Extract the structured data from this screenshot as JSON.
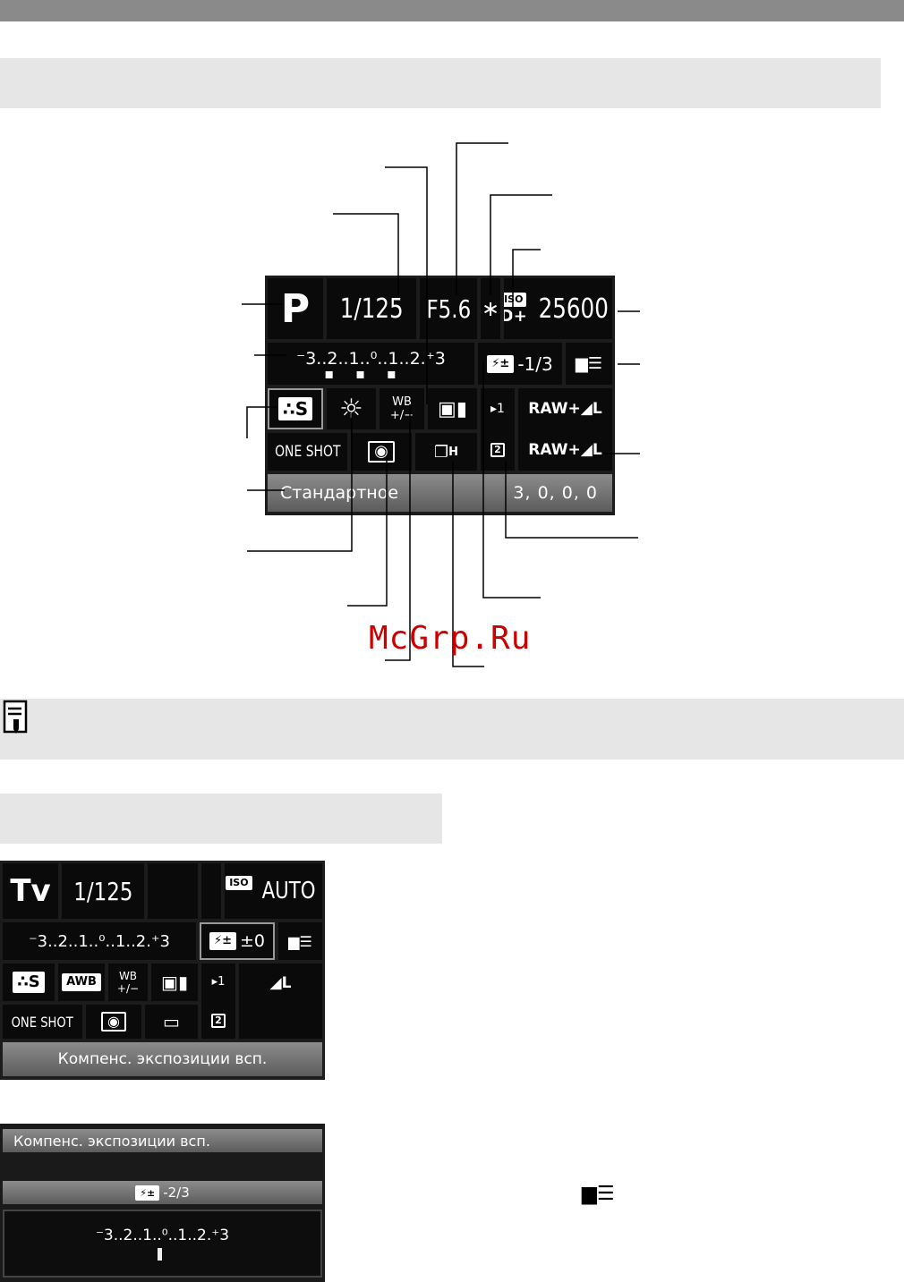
{
  "screen1": {
    "mode": "P",
    "shutter": "1/125",
    "aperture": "F5.6",
    "ae_lock": "∗",
    "iso_label": "ISO",
    "iso_dplus": "D+",
    "iso_value": "25600",
    "exposure_scale": "⁻3..2..1..⁰..1..2.⁺3",
    "flash_comp": "-1/3",
    "picture_style": "S",
    "white_balance_icon": "sun-icon",
    "wb_shift_label": "WB",
    "wb_shift_sub": "+/−",
    "af_mode": "ONE SHOT",
    "drive": "H",
    "quality_1": "RAW+◢L",
    "quality_2": "RAW+◢L",
    "card_1": "▸1",
    "card_2": "2",
    "style_name": "Стандартное",
    "style_params": "3, 0, 0, 0"
  },
  "watermark": "McGrp.Ru",
  "screen2": {
    "mode": "Tv",
    "shutter": "1/125",
    "iso_label": "ISO",
    "iso_value": "AUTO",
    "exposure_scale": "⁻3..2..1..⁰..1..2.⁺3",
    "flash_comp": "±0",
    "picture_style": "S",
    "wb": "AWB",
    "wb_shift_label": "WB",
    "wb_shift_sub": "+/−",
    "quality": "◢L",
    "card_1": "▸1",
    "card_2": "2",
    "af_mode": "ONE SHOT",
    "status": "Компенс. экспозиции всп."
  },
  "screen3": {
    "title": "Компенс. экспозиции всп.",
    "flash_value": "-2/3",
    "scale": "⁻3..2..1..⁰..1..2.⁺3"
  }
}
